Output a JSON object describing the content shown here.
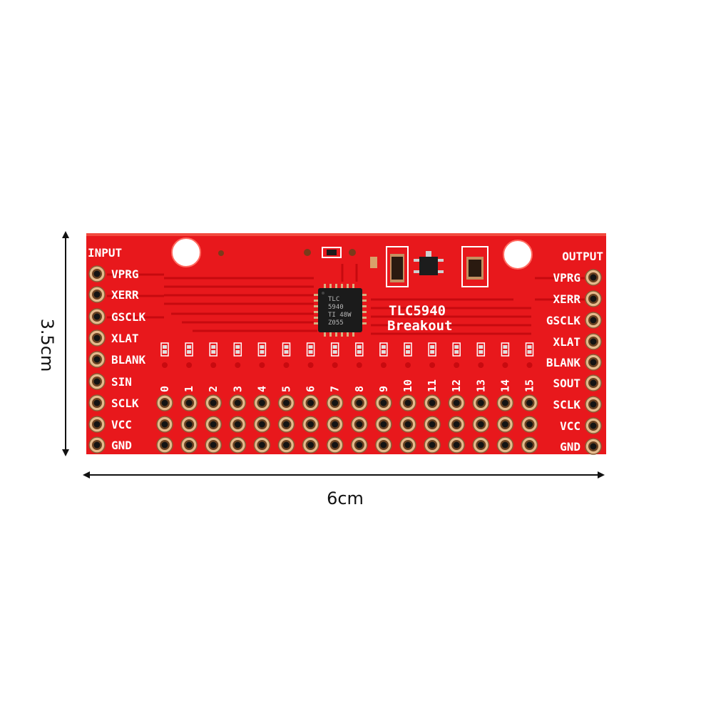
{
  "dimensions": {
    "height_label": "3.5cm",
    "width_label": "6cm"
  },
  "board": {
    "title_line1": "TLC5940",
    "title_line2": "Breakout",
    "input_header": "INPUT",
    "output_header": "OUTPUT",
    "input_pins": [
      "VPRG",
      "XERR",
      "GSCLK",
      "XLAT",
      "BLANK",
      "SIN",
      "SCLK",
      "VCC",
      "GND"
    ],
    "output_pins": [
      "VPRG",
      "XERR",
      "GSCLK",
      "XLAT",
      "BLANK",
      "SOUT",
      "SCLK",
      "VCC",
      "GND"
    ],
    "channels": [
      "0",
      "1",
      "2",
      "3",
      "4",
      "5",
      "6",
      "7",
      "8",
      "9",
      "10",
      "11",
      "12",
      "13",
      "14",
      "15"
    ],
    "chip_marking": [
      "TLC",
      "5940",
      "TI 48W",
      "Z055"
    ]
  },
  "colors": {
    "pcb": "#e8181c",
    "silkscreen": "#ffffff",
    "copper_pad": "#d9a56a"
  }
}
